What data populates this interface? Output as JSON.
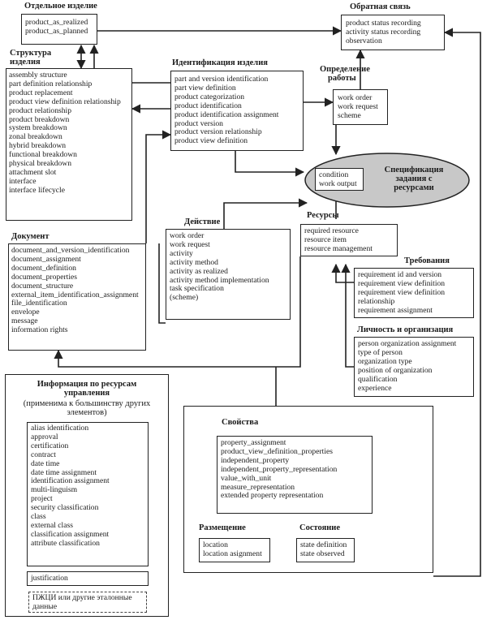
{
  "separate_product": {
    "title": "Отдельное изделие",
    "items": [
      "product_as_realized",
      "product_as_planned"
    ]
  },
  "feedback": {
    "title": "Обратная связь",
    "items": [
      "product status recording",
      "activity status recording",
      "observation"
    ]
  },
  "product_structure": {
    "title_line1": "Структура",
    "title_line2": "изделия",
    "group1": [
      "assembly structure",
      "part definition relationship",
      "product replacement",
      "product view definition relationship",
      "product relationship"
    ],
    "group2": [
      "product breakdown",
      "system breakdown",
      "zonal breakdown",
      "hybrid breakdown",
      "functional breakdown",
      "physical breakdown",
      "attachment slot"
    ],
    "group3": [
      "interface",
      "interface lifecycle"
    ]
  },
  "product_identification": {
    "title": "Идентификация изделия",
    "items": [
      "part and version identification",
      "part view definition",
      "product categorization",
      "product identification",
      "product identification assignment",
      "product version",
      "product version relationship",
      "product view definition"
    ]
  },
  "work_definition": {
    "title_line1": "Определение",
    "title_line2": "работы",
    "items": [
      "work order",
      "work request",
      "scheme"
    ]
  },
  "task_spec": {
    "title_line1": "Спецификация",
    "title_line2": "задания с",
    "title_line3": "ресурсами",
    "items": [
      "condition",
      "work output"
    ]
  },
  "action": {
    "title": "Действие",
    "group1": [
      "work order",
      "work request",
      "activity",
      "activity method"
    ],
    "group2": [
      "activity as realized",
      "activity method implementation",
      "task specification",
      "(scheme)"
    ]
  },
  "resources": {
    "title": "Ресурсы",
    "items": [
      "required resource",
      "resource item",
      "resource management"
    ]
  },
  "document": {
    "title": "Документ",
    "group1": [
      "document_and_version_identification",
      "document_assignment",
      "document_definition",
      "document_properties",
      "document_structure",
      "external_item_identification_assignment",
      "file_identification"
    ],
    "group2": [
      "envelope",
      "message",
      "information rights"
    ]
  },
  "requirements": {
    "title": "Требования",
    "items": [
      "requirement id and version",
      "requirement view definition",
      "requirement view definition",
      "relationship",
      "requirement assignment"
    ]
  },
  "person_org": {
    "title": "Личность и организация",
    "items": [
      "person organization assignment",
      "type of person",
      "organization type",
      "position of organization",
      "qualification",
      "experience"
    ]
  },
  "mgmt_info": {
    "title_line1": "Информация по ресурсам",
    "title_line2": "управления",
    "sub_line1": "(применима к большинству других",
    "sub_line2": "элементов)",
    "group1": [
      "alias identification",
      "approval",
      "certification",
      "contract",
      "date time",
      "date time assignment",
      "identification assignment",
      "multi-linguism",
      "project",
      "security classification"
    ],
    "group2": [
      "class",
      "external class",
      "classification assignment",
      "attribute classification"
    ],
    "justification": "justification",
    "ref_line1": "ПЖЦИ или другие эталонные",
    "ref_line2": "данные"
  },
  "properties": {
    "title": "Свойства",
    "group1": [
      "property_assignment",
      "product_view_definition_properties",
      "independent_property",
      "independent_property_representation",
      "value_with_unit",
      "measure_representation"
    ],
    "group2": [
      "extended property representation"
    ]
  },
  "placement": {
    "title": "Размещение",
    "items": [
      "location",
      "location asignment"
    ]
  },
  "state": {
    "title": "Состояние",
    "items": [
      "state definition",
      "state observed"
    ]
  },
  "colors": {
    "oval_fill": "#c8c8c8",
    "line": "#222222"
  }
}
